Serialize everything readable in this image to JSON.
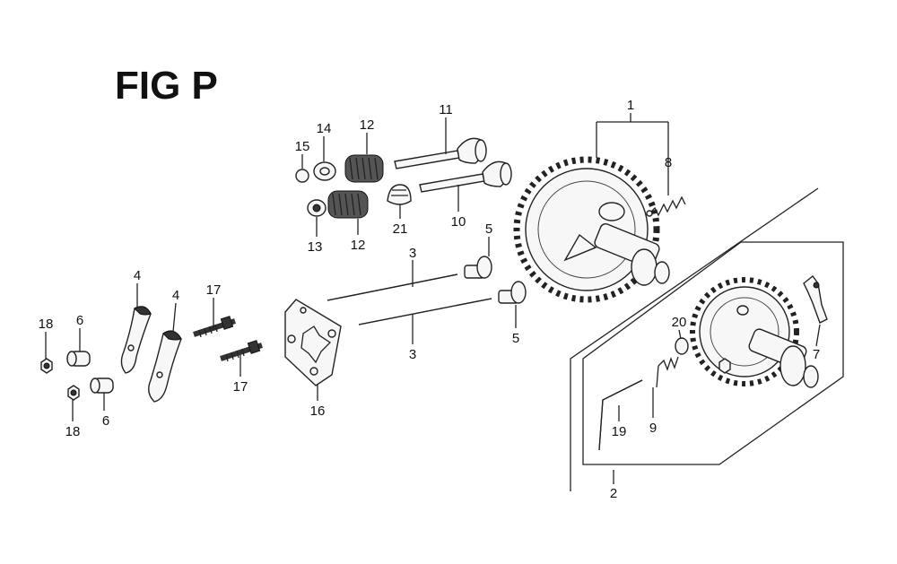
{
  "title": "FIG P",
  "callouts": {
    "c1": "1",
    "c2": "2",
    "c3a": "3",
    "c3b": "3",
    "c4a": "4",
    "c4b": "4",
    "c5a": "5",
    "c5b": "5",
    "c6a": "6",
    "c6b": "6",
    "c7": "7",
    "c8": "8",
    "c9": "9",
    "c10": "10",
    "c11": "11",
    "c12a": "12",
    "c12b": "12",
    "c13": "13",
    "c14": "14",
    "c15": "15",
    "c16": "16",
    "c17a": "17",
    "c17b": "17",
    "c18a": "18",
    "c18b": "18",
    "c19": "19",
    "c20": "20",
    "c21": "21"
  }
}
